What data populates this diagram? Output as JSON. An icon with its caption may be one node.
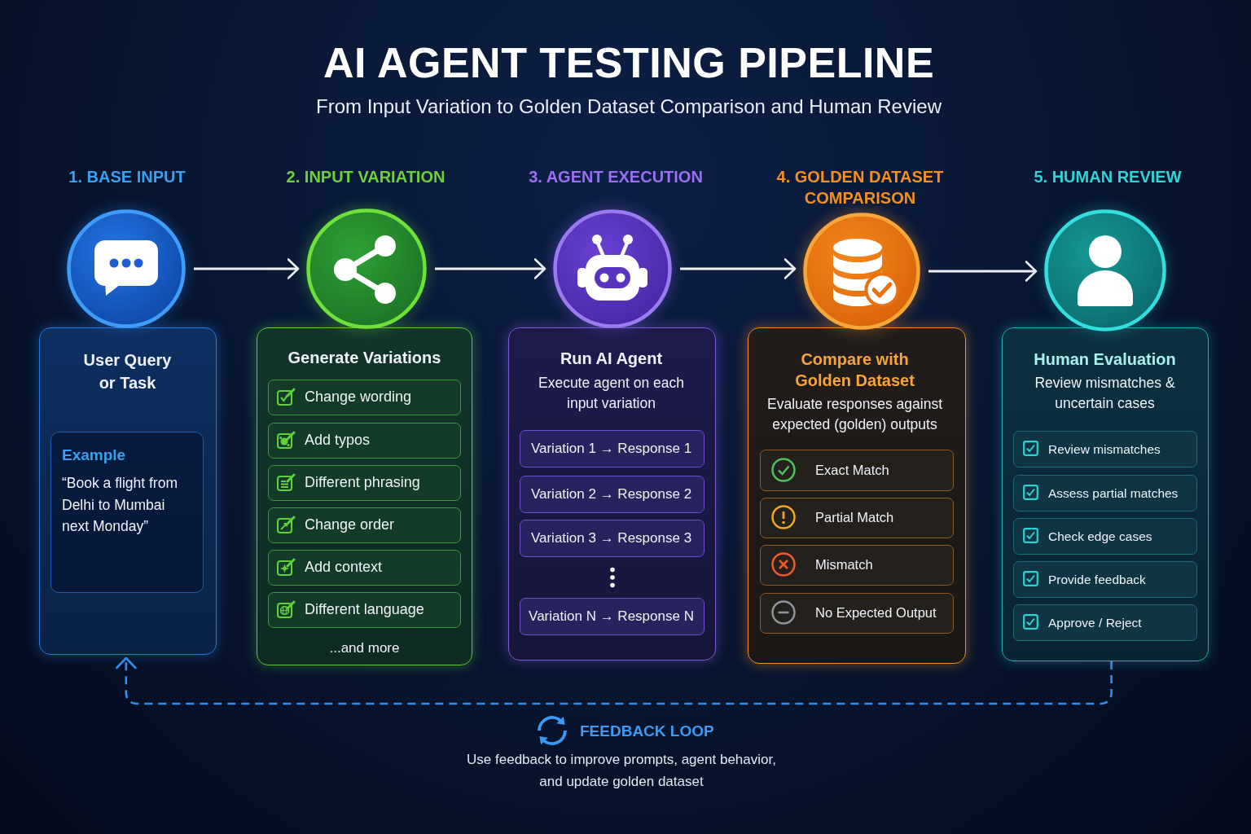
{
  "diagram": {
    "title": "AI AGENT TESTING PIPELINE",
    "nodes": [
      {
        "text": [],
        "shape": "circle",
        "beside": [
          "1. BASE INPUT"
        ]
      },
      {
        "text": [
          "User Query or Task"
        ]
      },
      {
        "text": [
          "Example",
          "“Book a flight from Delhi to Mumbai next Monday”"
        ],
        "in": 1
      },
      {
        "text": [],
        "shape": "circle",
        "beside": [
          "2. INPUT VARIATION"
        ]
      },
      {
        "text": [
          "Generate Variations",
          "...and more"
        ]
      },
      {
        "text": [
          "Change wording"
        ],
        "in": 4
      },
      {
        "text": [
          "Add typos"
        ],
        "in": 4
      },
      {
        "text": [
          "Different phrasing"
        ],
        "in": 4
      },
      {
        "text": [
          "Change order"
        ],
        "in": 4
      },
      {
        "text": [
          "Add context"
        ],
        "in": 4
      },
      {
        "text": [
          "Different language"
        ],
        "in": 4
      },
      {
        "text": [],
        "shape": "circle",
        "beside": [
          "3. AGENT EXECUTION"
        ]
      },
      {
        "text": [
          "Run AI Agent",
          "Execute agent on each input variation"
        ]
      },
      {
        "text": [
          "Variation 1 → Response 1"
        ],
        "in": 12
      },
      {
        "text": [
          "Variation 2 → Response 2"
        ],
        "in": 12
      },
      {
        "text": [
          "Variation 3 → Response 3"
        ],
        "in": 12
      },
      {
        "text": [
          "Variation N → Response N"
        ],
        "in": 12
      },
      {
        "text": [],
        "shape": "circle",
        "beside": [
          "4. GOLDEN DATASET COMPARISON"
        ]
      },
      {
        "text": [
          "Compare with Golden Dataset",
          "Evaluate responses against expected (golden) outputs"
        ]
      },
      {
        "text": [
          "Exact Match"
        ],
        "in": 18
      },
      {
        "text": [
          "Partial Match"
        ],
        "in": 18
      },
      {
        "text": [
          "Mismatch"
        ],
        "in": 18
      },
      {
        "text": [
          "No Expected Output"
        ],
        "in": 18
      },
      {
        "text": [],
        "shape": "circle",
        "beside": [
          "5. HUMAN REVIEW"
        ]
      },
      {
        "text": [
          "Human Evaluation",
          "Review mismatches & uncertain cases"
        ]
      },
      {
        "text": [
          "Review mismatches"
        ],
        "in": 24
      },
      {
        "text": [
          "Assess partial matches"
        ],
        "in": 24
      },
      {
        "text": [
          "Check edge cases"
        ],
        "in": 24
      },
      {
        "text": [
          "Provide feedback"
        ],
        "in": 24
      },
      {
        "text": [
          "Approve / Reject"
        ],
        "in": 24
      }
    ],
    "edges": [
      {
        "from": 0,
        "to": 3,
        "arrow": "to"
      },
      {
        "from": 3,
        "to": 11,
        "arrow": "to"
      },
      {
        "from": 11,
        "to": 17,
        "arrow": "to"
      },
      {
        "from": 17,
        "to": 23,
        "arrow": "to"
      },
      {
        "from": 24,
        "to": 1,
        "arrow": "to",
        "style": "dashed",
        "color": "#2f8ff0"
      }
    ],
    "labels": [
      "From Input Variation to Golden Dataset Comparison and Human Review",
      "FEEDBACK LOOP",
      "Use feedback to improve prompts, agent behavior, and update golden dataset"
    ]
  }
}
